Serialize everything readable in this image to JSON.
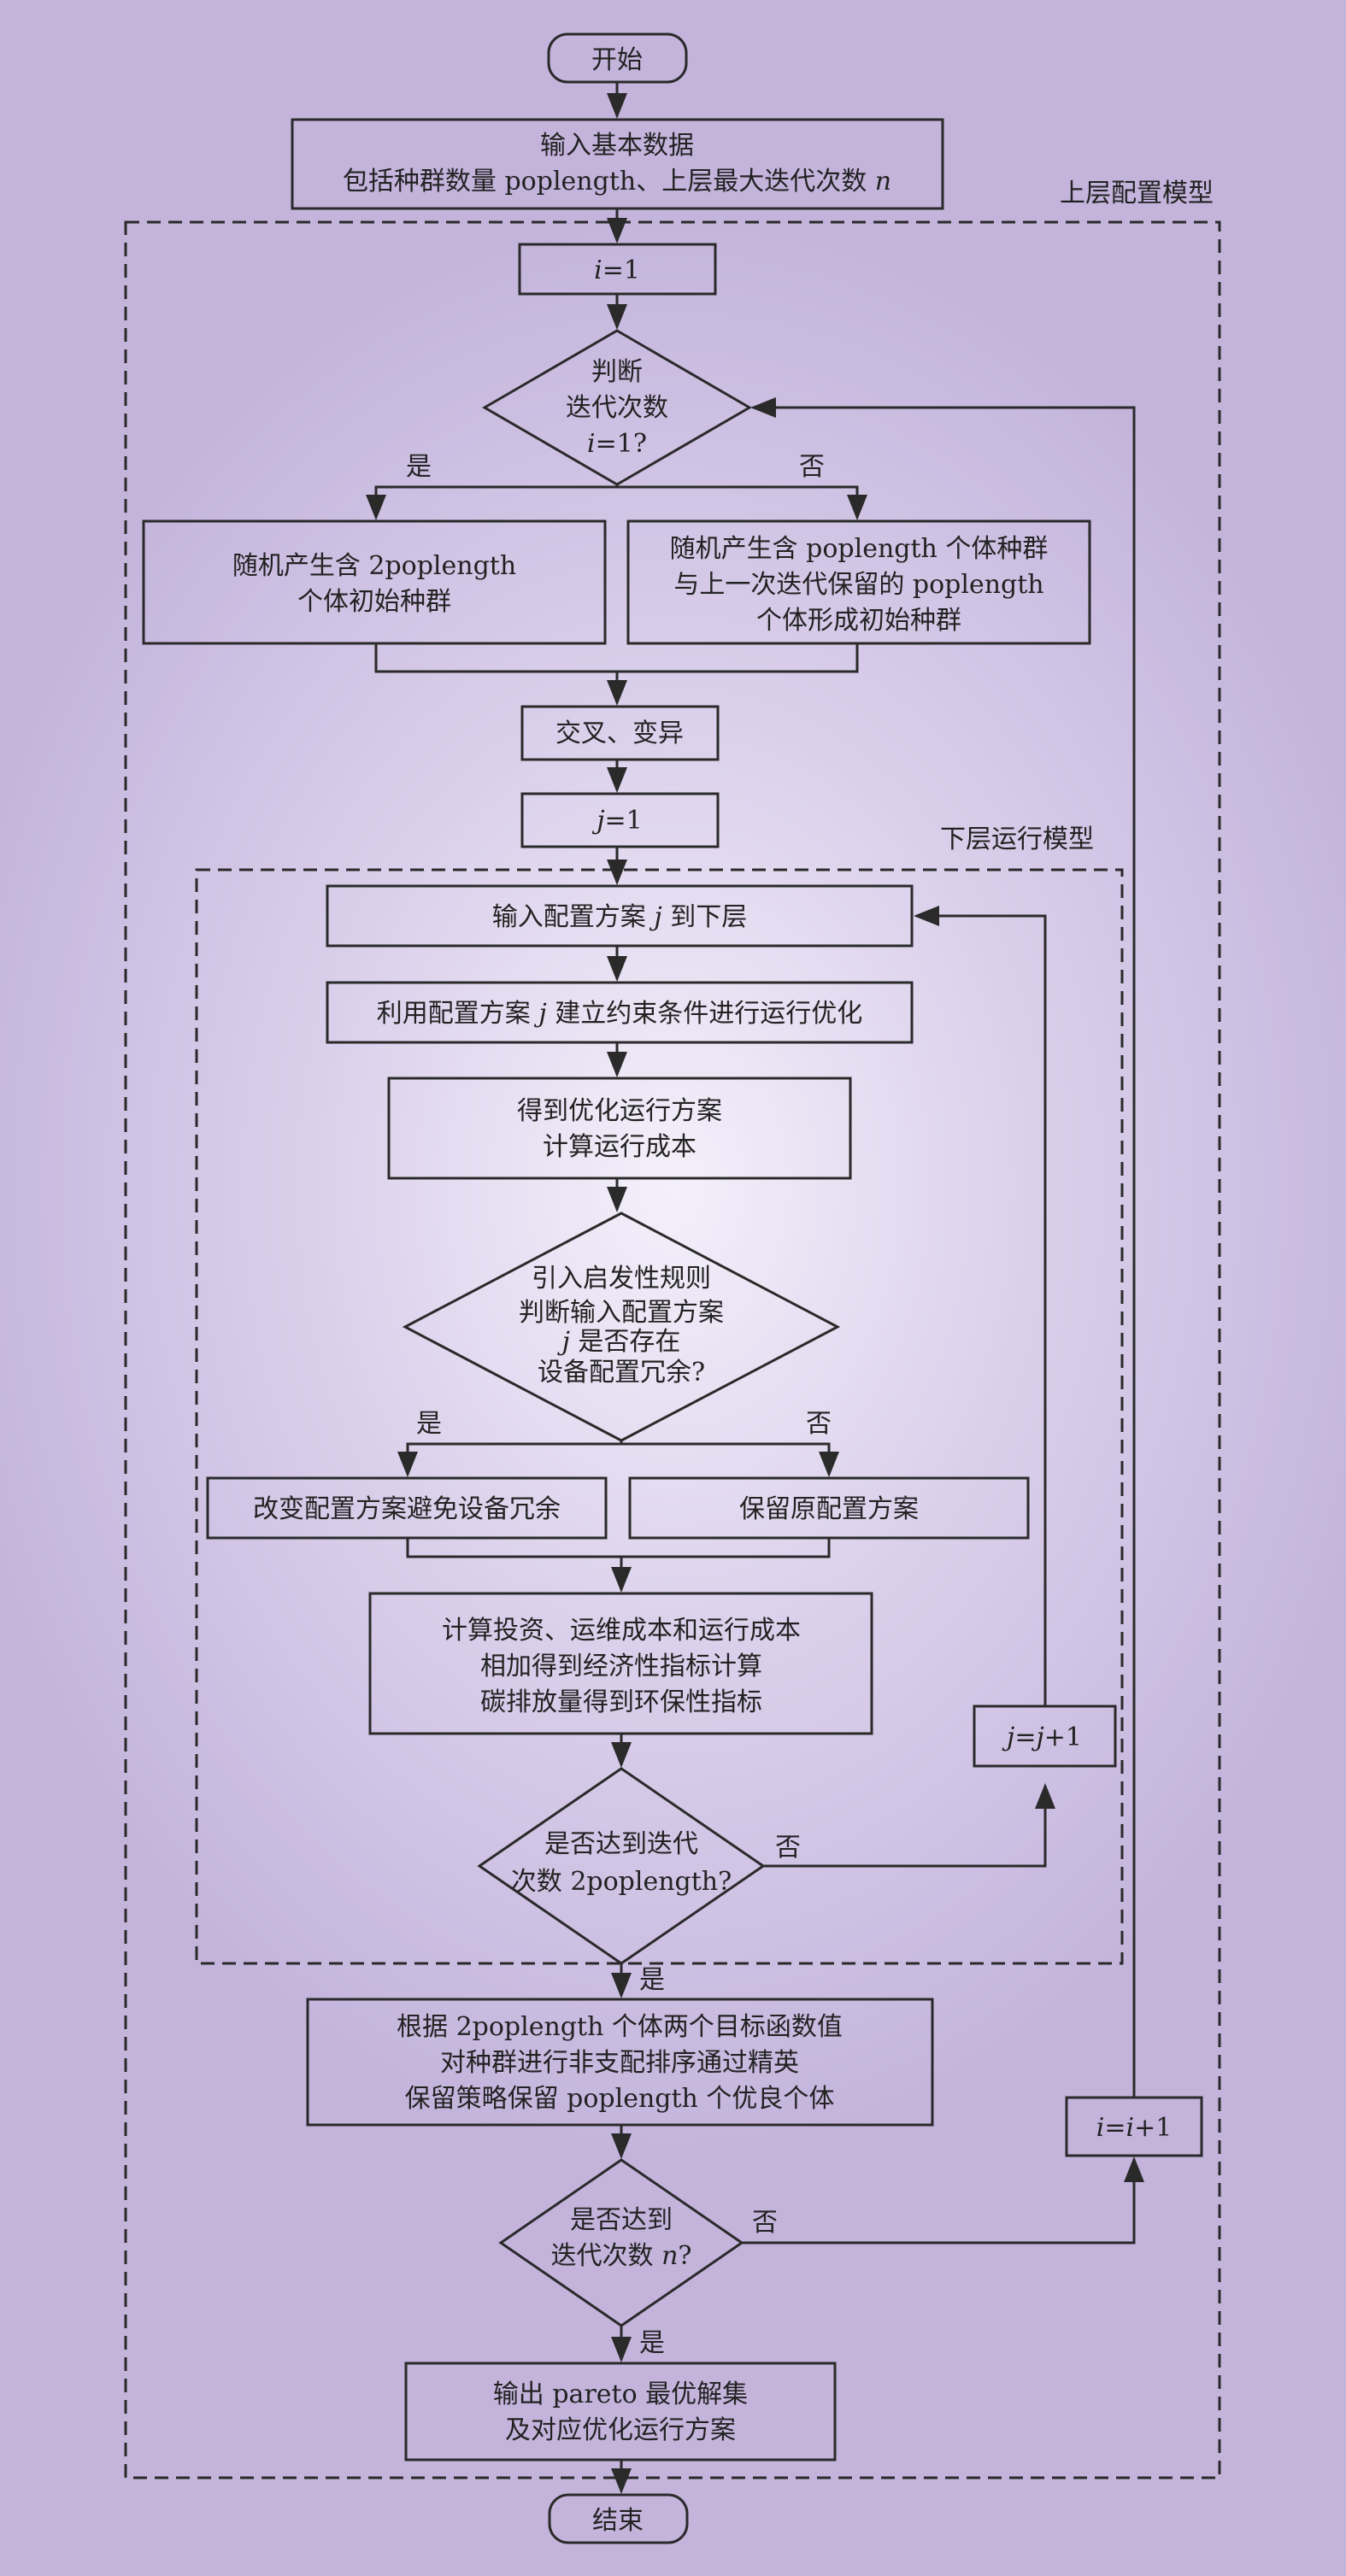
{
  "start": "开始",
  "input": {
    "line1": "输入基本数据",
    "line2_prefix": "包括种群数量 poplength、上层最大迭代次数 ",
    "n": "n"
  },
  "upper_label": "上层配置模型",
  "i_init": {
    "var": "i",
    "rest": "=1"
  },
  "judge1": {
    "l1": "判断",
    "l2": "迭代次数",
    "var": "i",
    "rest": "=1?"
  },
  "yes": "是",
  "no": "否",
  "left_init": {
    "l1": "随机产生含 2poplength",
    "l2": "个体初始种群"
  },
  "right_init": {
    "l1": "随机产生含 poplength 个体种群",
    "l2": "与上一次迭代保留的 poplength",
    "l3": "个体形成初始种群"
  },
  "crossover": "交叉、变异",
  "j_init": {
    "var": "j",
    "rest": "=1"
  },
  "lower_label": "下层运行模型",
  "input_j": {
    "pre": "输入配置方案 ",
    "var": "j",
    "post": " 到下层"
  },
  "use_j": {
    "pre": "利用配置方案 ",
    "var": "j",
    "post": " 建立约束条件进行运行优化"
  },
  "get_opt": {
    "l1": "得到优化运行方案",
    "l2": "计算运行成本"
  },
  "judge2": {
    "l1": "引入启发性规则",
    "l2": "判断输入配置方案",
    "var": "j",
    "l3": " 是否存在",
    "l4": "设备配置冗余?"
  },
  "change": "改变配置方案避免设备冗余",
  "keep": "保留原配置方案",
  "calc": {
    "l1": "计算投资、运维成本和运行成本",
    "l2": "相加得到经济性指标计算",
    "l3": "碳排放量得到环保性指标"
  },
  "j_inc": {
    "a": "j",
    "eq": "=",
    "b": "j",
    "rest": "+1"
  },
  "judge3": {
    "l1": "是否达到迭代",
    "l2": "次数 2poplength?"
  },
  "sort": {
    "l1": "根据 2poplength 个体两个目标函数值",
    "l2": "对种群进行非支配排序通过精英",
    "l3": "保留策略保留 poplength 个优良个体"
  },
  "i_inc": {
    "a": "i",
    "eq": "=",
    "b": "i",
    "rest": "+1"
  },
  "judge4": {
    "l1": "是否达到",
    "l2_prefix": "迭代次数 ",
    "var": "n",
    "rest": "?"
  },
  "output": {
    "l1": "输出 pareto 最优解集",
    "l2": "及对应优化运行方案"
  },
  "end": "结束"
}
